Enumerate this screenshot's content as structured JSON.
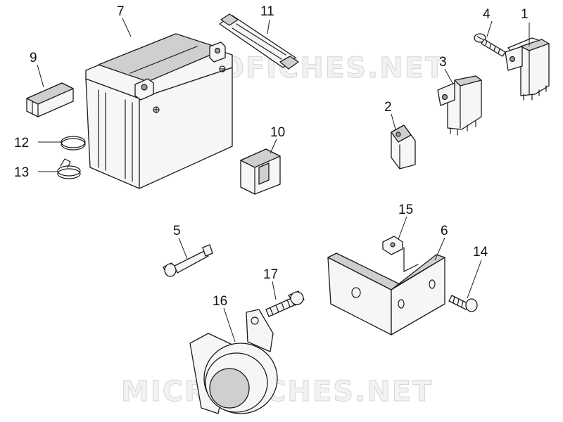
{
  "watermark": {
    "text": "MICROFICHES.NET"
  },
  "callouts": {
    "c1": "1",
    "c2": "2",
    "c3": "3",
    "c4": "4",
    "c5": "5",
    "c6": "6",
    "c7": "7",
    "c8": "9",
    "c9": "10",
    "c10": "11",
    "c11": "12",
    "c12": "13",
    "c13": "14",
    "c14": "15",
    "c15": "16",
    "c16": "17"
  }
}
